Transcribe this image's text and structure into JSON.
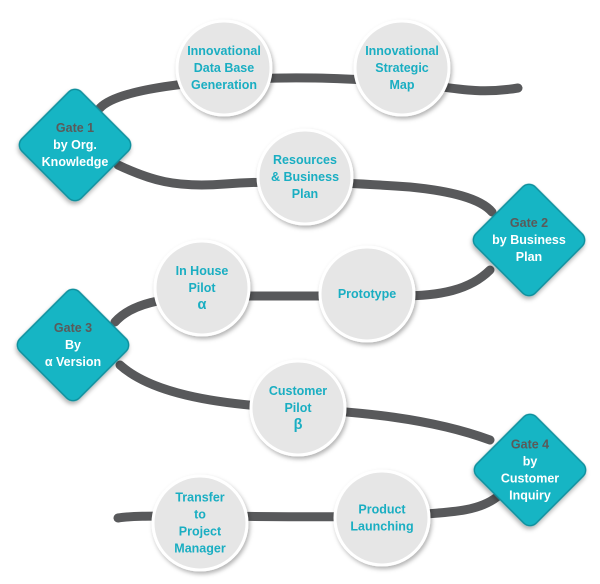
{
  "colors": {
    "path": "#58595b",
    "gate_fill": "#19b5c4",
    "gate_edge": "#0e8f9c",
    "gate_title": "#5a5a5a",
    "gate_text": "#ffffff",
    "circle_fill": "#e6e6e6",
    "circle_edge": "#ffffff",
    "circle_text": "#1aaec2"
  },
  "gates": [
    {
      "id": "gate-1",
      "lines": [
        "Gate 1",
        "by Org.",
        "Knowledge"
      ]
    },
    {
      "id": "gate-2",
      "lines": [
        "Gate 2",
        "by Business",
        "Plan"
      ]
    },
    {
      "id": "gate-3",
      "lines": [
        "Gate 3",
        "By",
        "α Version"
      ]
    },
    {
      "id": "gate-4",
      "lines": [
        "Gate 4",
        "by",
        "Customer",
        "Inquiry"
      ]
    }
  ],
  "steps": [
    {
      "id": "innovational-data-base-generation",
      "lines": [
        "Innovational",
        "Data Base",
        "Generation"
      ]
    },
    {
      "id": "innovational-strategic-map",
      "lines": [
        "Innovational",
        "Strategic",
        "Map"
      ]
    },
    {
      "id": "resources-business-plan",
      "lines": [
        "Resources",
        "& Business",
        "Plan"
      ]
    },
    {
      "id": "in-house-pilot",
      "lines": [
        "In House",
        "Pilot",
        "α"
      ]
    },
    {
      "id": "prototype",
      "lines": [
        "Prototype"
      ]
    },
    {
      "id": "customer-pilot",
      "lines": [
        "Customer",
        "Pilot",
        "β"
      ]
    },
    {
      "id": "transfer-to-project-manager",
      "lines": [
        "Transfer",
        "to",
        "Project",
        "Manager"
      ]
    },
    {
      "id": "product-launching",
      "lines": [
        "Product",
        "Launching"
      ]
    }
  ]
}
